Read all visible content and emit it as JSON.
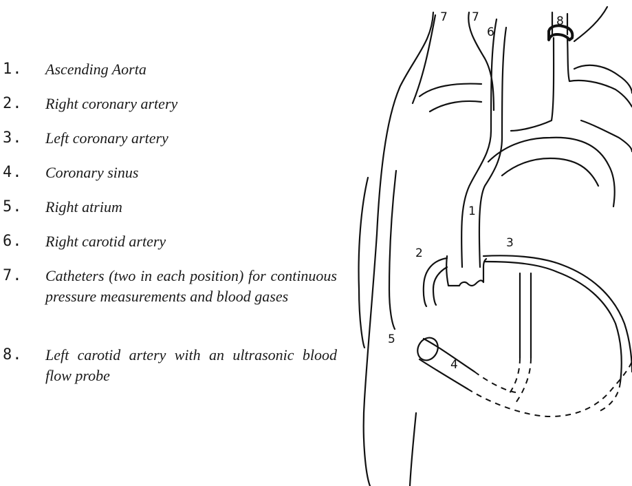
{
  "legend": {
    "items": [
      {
        "num": "1.",
        "text": "Ascending Aorta"
      },
      {
        "num": "2.",
        "text": "Right coronary artery"
      },
      {
        "num": "3.",
        "text": "Left coronary artery"
      },
      {
        "num": "4.",
        "text": "Coronary sinus"
      },
      {
        "num": "5.",
        "text": "Right atrium"
      },
      {
        "num": "6.",
        "text": "Right carotid artery"
      },
      {
        "num": "7.",
        "text": "Catheters (two in each position) for continuous pressure measurements and blood gases"
      },
      {
        "num": "8.",
        "text": "Left carotid artery with an ultrasonic blood flow probe"
      }
    ]
  },
  "diagram": {
    "labels": {
      "l1": "1",
      "l2": "2",
      "l3": "3",
      "l4": "4",
      "l5": "5",
      "l6": "6",
      "l7a": "7",
      "l7b": "7",
      "l8": "8"
    }
  }
}
